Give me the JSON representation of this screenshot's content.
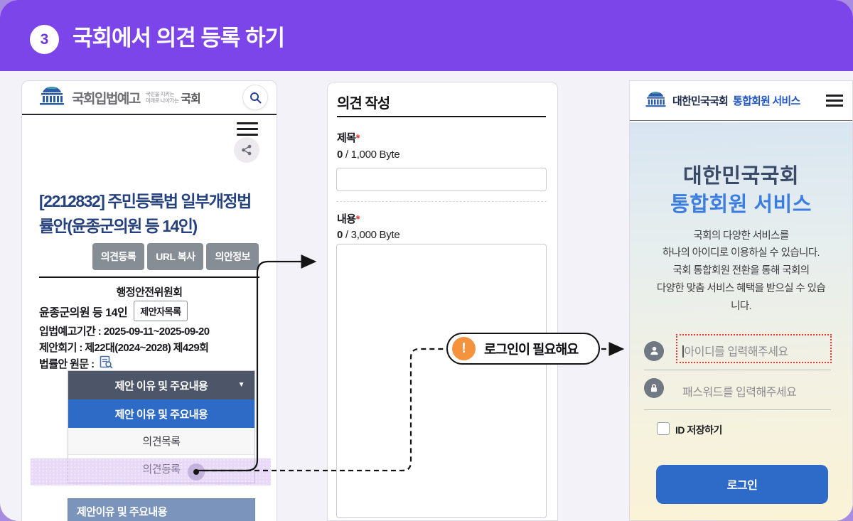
{
  "header": {
    "step_number": "3",
    "title": "국회에서 의견 등록 하기"
  },
  "left_panel": {
    "logo_text": "국회입법예고",
    "slogan_line1": "국민을 지키는",
    "slogan_line2": "미래로 나아가는",
    "slogan_brand": "국회",
    "bill_title": "[2212832] 주민등록법 일부개정법률안(윤종군의원 등 14인)",
    "buttons": [
      "의견등록",
      "URL 복사",
      "의안정보"
    ],
    "committee": "행정안전위원회",
    "proposer": "윤종군의원 등 14인",
    "proposer_list_button": "제안자목록",
    "notice_period": "입법예고기간 : 2025-09-11~2025-09-20",
    "session": "제안회기 : 제22대(2024~2028) 제429회",
    "original_label": "법률안 원문 :",
    "dropdown_header": "제안 이유 및 주요내용",
    "dropdown_caret": "▼",
    "menu_items": [
      "제안 이유 및 주요내용",
      "의견목록",
      "의견등록"
    ],
    "section_header": "제안이유 및 주요내용"
  },
  "middle_panel": {
    "title": "의견 작성",
    "title_field": {
      "label": "제목",
      "required_mark": "*",
      "byte_count": "0",
      "byte_suffix": " / 1,000 Byte"
    },
    "content_field": {
      "label": "내용",
      "required_mark": "*",
      "byte_count": "0",
      "byte_suffix": " / 3,000 Byte"
    }
  },
  "tooltip": {
    "icon_glyph": "!",
    "text": "로그인이 필요해요"
  },
  "right_panel": {
    "logo_text": "대한민국국회",
    "logo_sub": "통합회원 서비스",
    "heading_line1": "대한민국국회",
    "heading_line2": "통합회원 서비스",
    "description_lines": [
      "국회의 다양한 서비스를",
      "하나의 아이디로 이용하실 수 있습니다.",
      "국회 통합회원 전환을 통해 국회의",
      "다양한 맞춤 서비스 혜택을 받으실 수 있습",
      "니다."
    ],
    "id_placeholder": "아이디를 입력해주세요",
    "pw_placeholder": "패스워드를 입력해주세요",
    "save_id_label": "ID 저장하기",
    "login_button": "로그인"
  },
  "icons": {
    "assembly_logo": "national-assembly-building",
    "search": "magnifier",
    "menu": "hamburger",
    "share": "share-nodes",
    "doc_search": "document-magnifier",
    "person": "user-silhouette",
    "lock": "padlock",
    "warning": "exclamation-circle"
  },
  "colors": {
    "header_purple": "#7C45E9",
    "corner_purple": "#A78CE2",
    "accent_blue": "#2E6BC6",
    "steel_blue": "#7A94BC",
    "menu_dark": "#4D5669",
    "highlight_red": "#E8372C",
    "warn_orange": "#F5923E",
    "navy_title": "#25417E"
  }
}
